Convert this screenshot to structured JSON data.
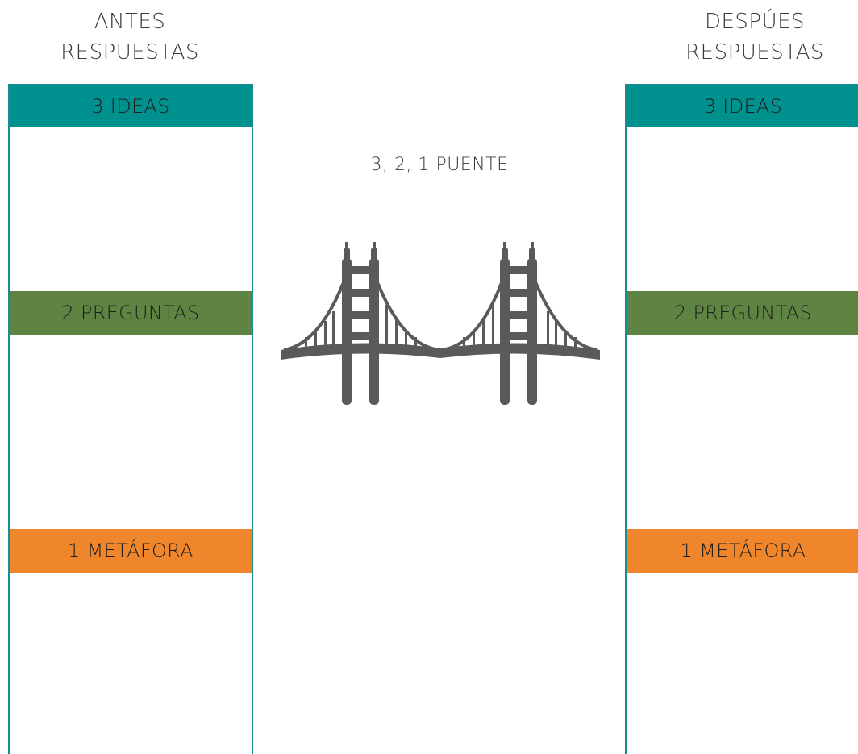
{
  "left_column": {
    "heading_line1": "ANTES",
    "heading_line2": "RESPUESTAS"
  },
  "right_column": {
    "heading_line1": "DESPÚES",
    "heading_line2": "RESPUESTAS"
  },
  "center": {
    "title": "3, 2, 1 PUENTE",
    "icon": "bridge-icon"
  },
  "bands": {
    "ideas": "3 IDEAS",
    "questions": "2 PREGUNTAS",
    "metaphor": "1 METÁFORA"
  },
  "colors": {
    "border": "#1a8c92",
    "ideas": "#00918f",
    "questions": "#5e8343",
    "metaphor": "#ef862c",
    "bridge": "#5a5a5c"
  }
}
